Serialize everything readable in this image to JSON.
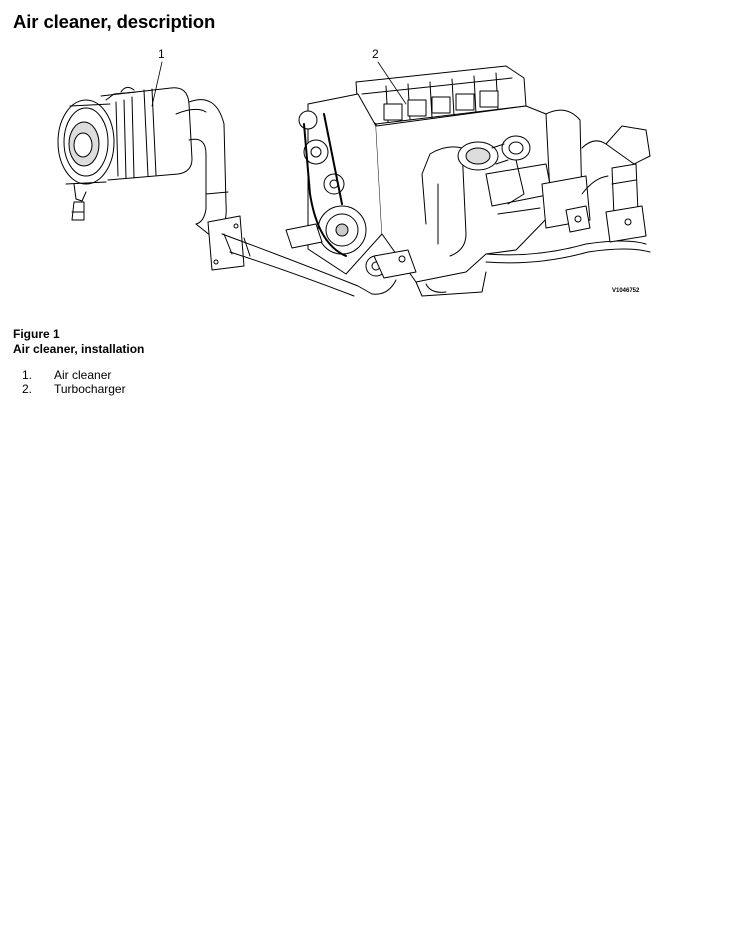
{
  "page": {
    "title": "Air cleaner, description"
  },
  "figure": {
    "callouts": [
      {
        "number": "1"
      },
      {
        "number": "2"
      }
    ],
    "image_code": "V1046752",
    "caption_number": "Figure 1",
    "caption_title": "Air cleaner, installation"
  },
  "legend": {
    "items": [
      {
        "number": "1.",
        "label": "Air cleaner"
      },
      {
        "number": "2.",
        "label": "Turbocharger"
      }
    ]
  }
}
